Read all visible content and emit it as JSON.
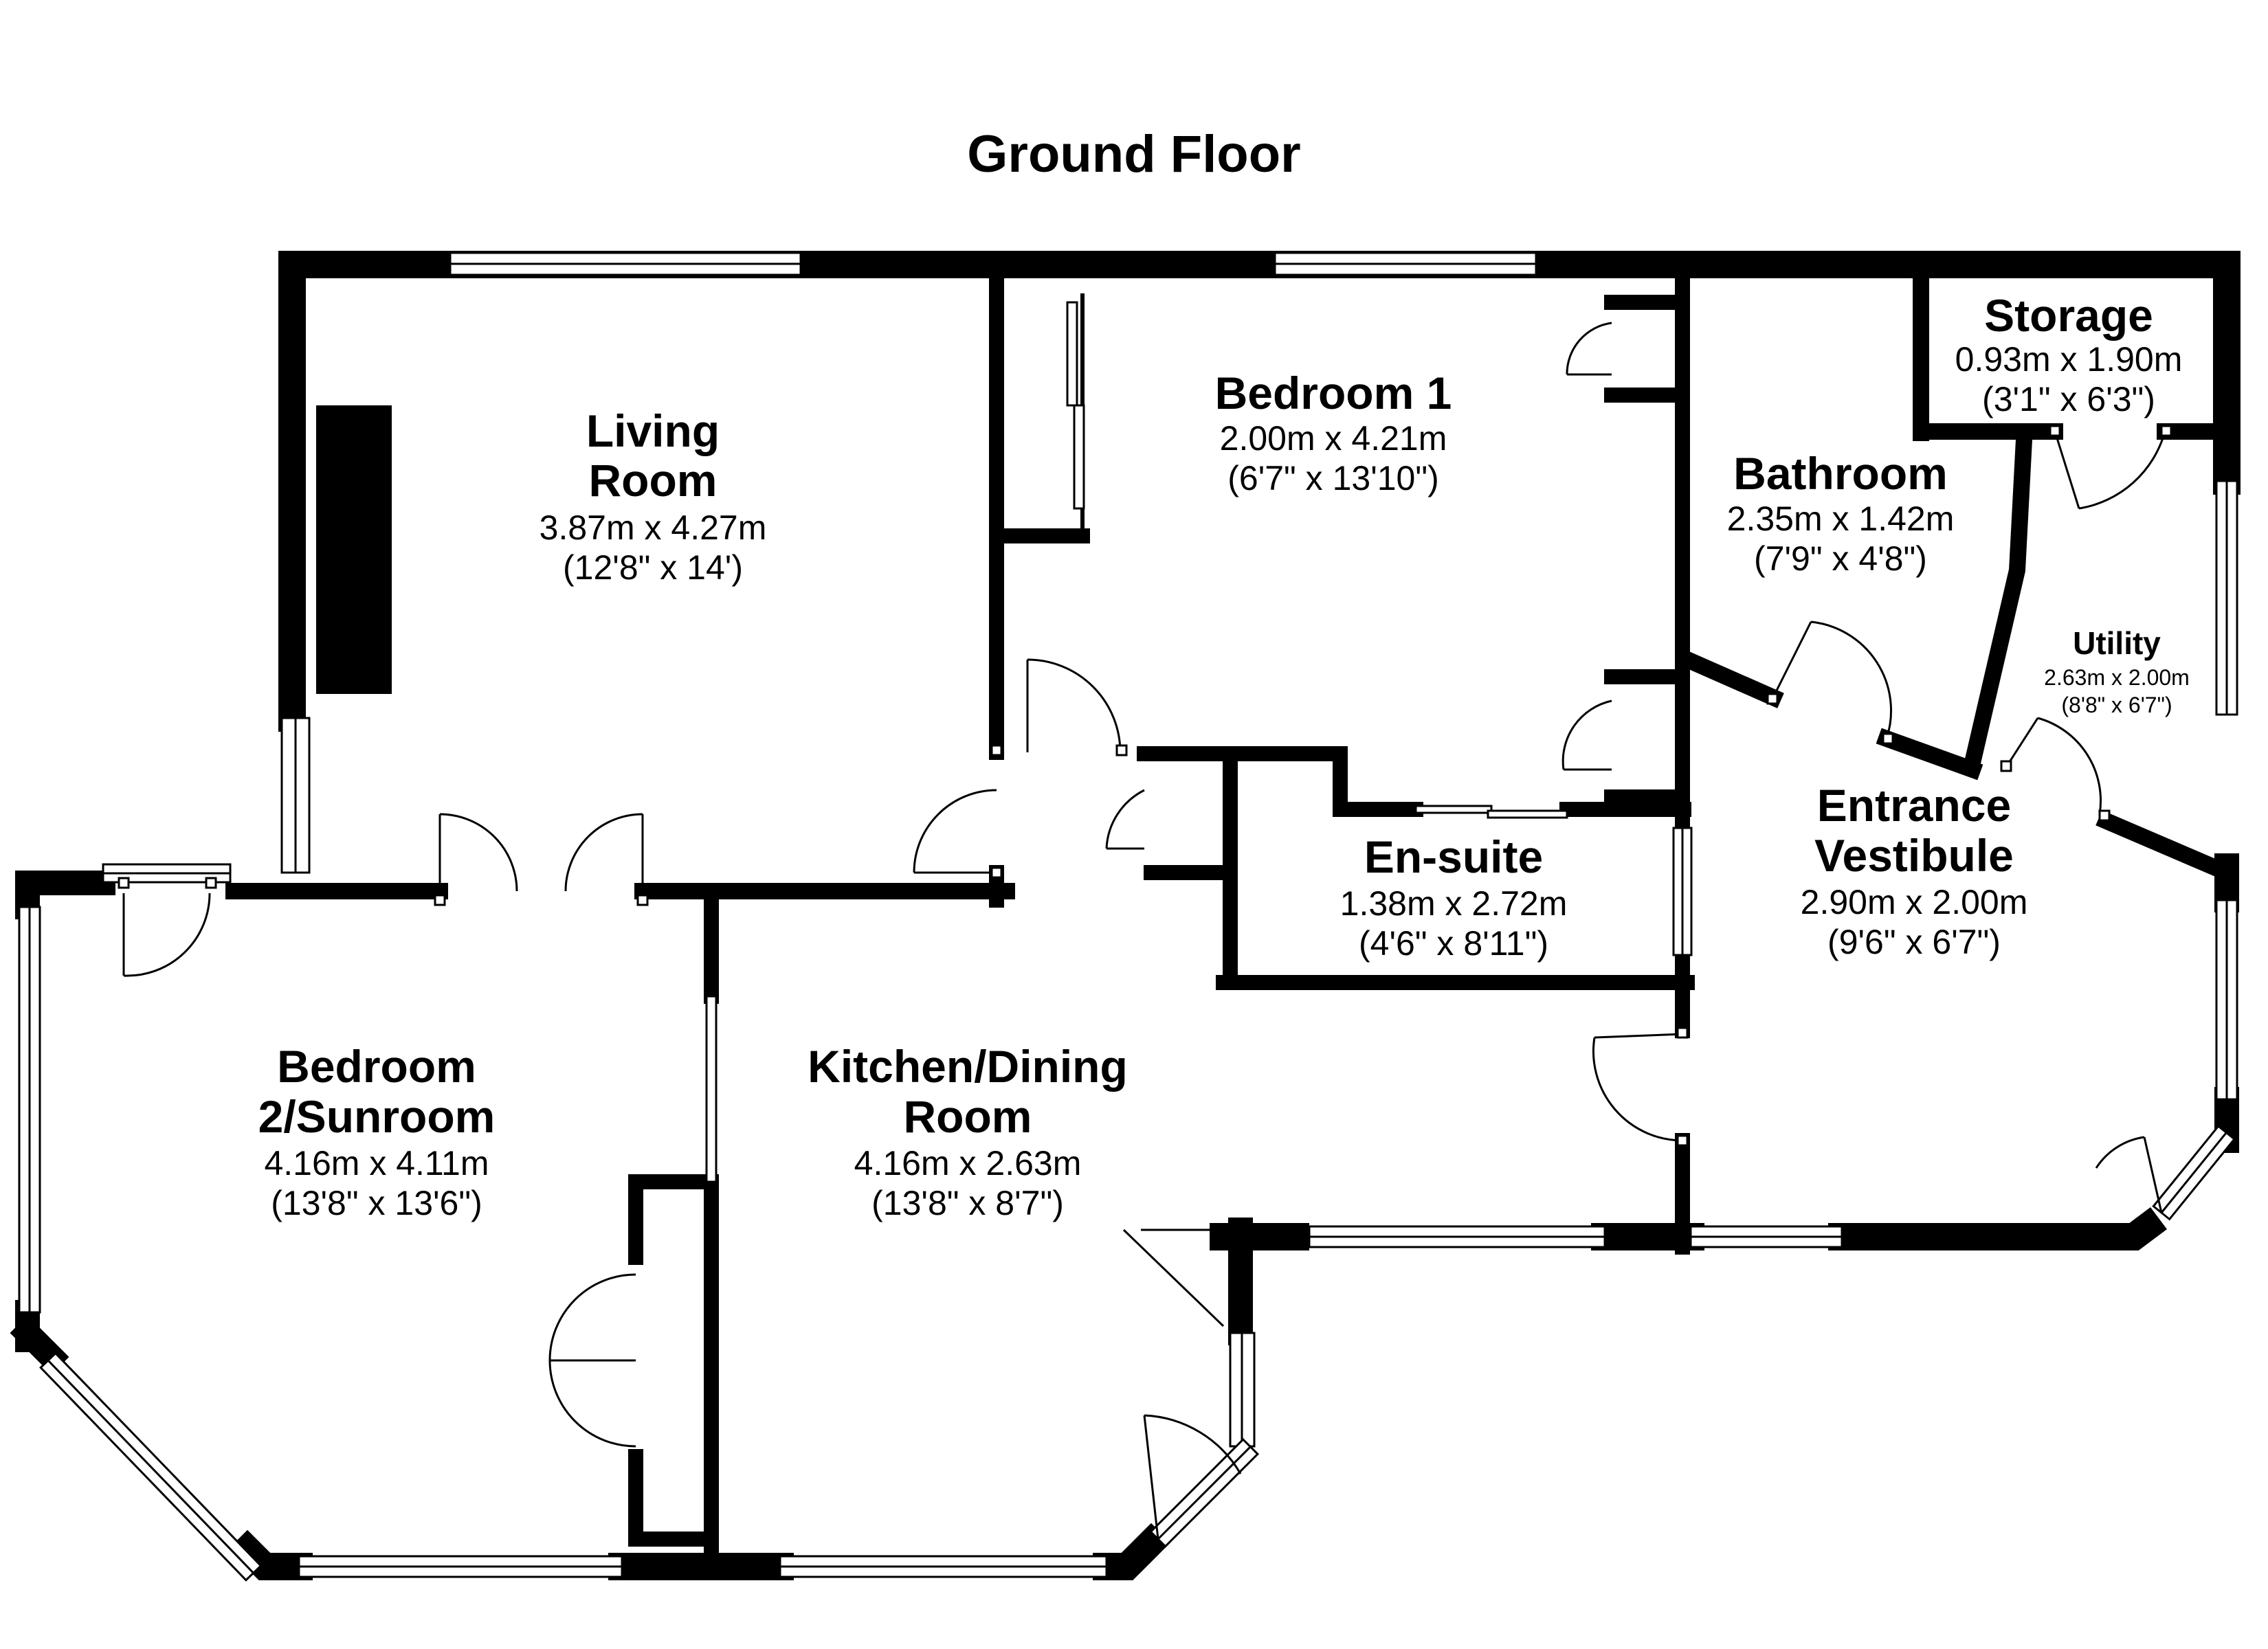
{
  "floor_title": "Ground Floor",
  "rooms": {
    "living_room": {
      "name_line1": "Living",
      "name_line2": "Room",
      "metric": "3.87m x 4.27m",
      "imperial": "(12'8\" x 14')"
    },
    "bedroom_1": {
      "name": "Bedroom 1",
      "metric": "2.00m x 4.21m",
      "imperial": "(6'7\" x 13'10\")"
    },
    "bathroom": {
      "name": "Bathroom",
      "metric": "2.35m x 1.42m",
      "imperial": "(7'9\" x 4'8\")"
    },
    "storage": {
      "name": "Storage",
      "metric": "0.93m x 1.90m",
      "imperial": "(3'1\" x 6'3\")"
    },
    "utility": {
      "name": "Utility",
      "metric": "2.63m x 2.00m",
      "imperial": "(8'8\" x 6'7\")"
    },
    "entrance_vestibule": {
      "name_line1": "Entrance",
      "name_line2": "Vestibule",
      "metric": "2.90m x 2.00m",
      "imperial": "(9'6\" x 6'7\")"
    },
    "en_suite": {
      "name": "En-suite",
      "metric": "1.38m x 2.72m",
      "imperial": "(4'6\" x 8'11\")"
    },
    "bedroom_2": {
      "name_line1": "Bedroom",
      "name_line2": "2/Sunroom",
      "metric": "4.16m x 4.11m",
      "imperial": "(13'8\" x 13'6\")"
    },
    "kitchen_dining": {
      "name_line1": "Kitchen/Dining",
      "name_line2": "Room",
      "metric": "4.16m x 2.63m",
      "imperial": "(13'8\" x 8'7\")"
    }
  }
}
